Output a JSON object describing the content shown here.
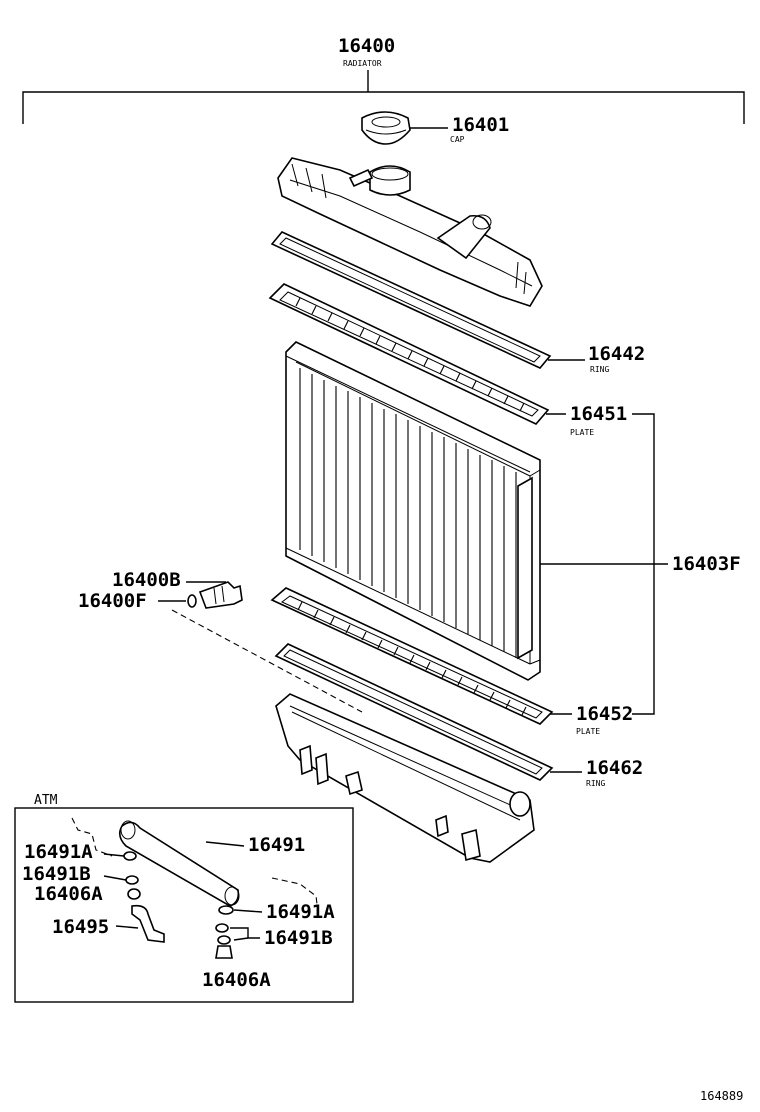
{
  "parts": {
    "radiator": {
      "number": "16400",
      "name": "RADIATOR"
    },
    "cap": {
      "number": "16401",
      "name": "CAP"
    },
    "ring_upper": {
      "number": "16442",
      "name": "RING"
    },
    "plate_upper": {
      "number": "16451",
      "name": "PLATE"
    },
    "core": {
      "number": "16403F"
    },
    "drain_cock": {
      "number": "16400B"
    },
    "drain_gasket": {
      "number": "16400F"
    },
    "plate_lower": {
      "number": "16452",
      "name": "PLATE"
    },
    "ring_lower": {
      "number": "16462",
      "name": "RING"
    }
  },
  "atm": {
    "title": "ATM",
    "cooler_tube": "16491",
    "washer_a_left": "16491A",
    "washer_b_left": "16491B",
    "bolt_left": "16406A",
    "hose": "16495",
    "washer_a_right": "16491A",
    "washer_b_right": "16491B",
    "bolt_bottom": "16406A"
  },
  "footer": {
    "diagram_id": "164889"
  }
}
